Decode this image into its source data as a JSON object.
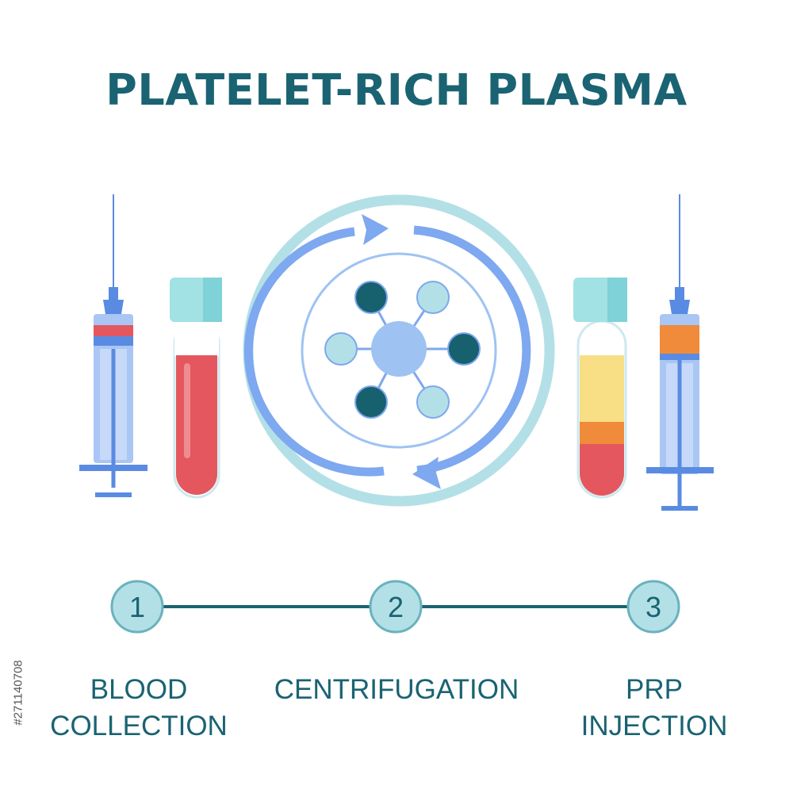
{
  "title": "PLATELET-RICH PLASMA",
  "colors": {
    "primary": "#1a6372",
    "circle_light": "#b3e0e6",
    "arrow_blue": "#7ea8ef",
    "molecule_center": "#9ec3f2",
    "molecule_dark": "#17606e",
    "blood_red": "#e4575f",
    "plasma_yellow": "#f8de84",
    "buffy_orange": "#ef8b3a",
    "tube_cap": "#a2e1e4",
    "syringe_blue": "#5a8be3"
  },
  "steps": [
    {
      "number": "1",
      "label_lines": [
        "BLOOD",
        "COLLECTION"
      ]
    },
    {
      "number": "2",
      "label_lines": [
        "CENTRIFUGATION"
      ]
    },
    {
      "number": "3",
      "label_lines": [
        "PRP",
        "INJECTION"
      ]
    }
  ],
  "watermark_id": "#271140708"
}
